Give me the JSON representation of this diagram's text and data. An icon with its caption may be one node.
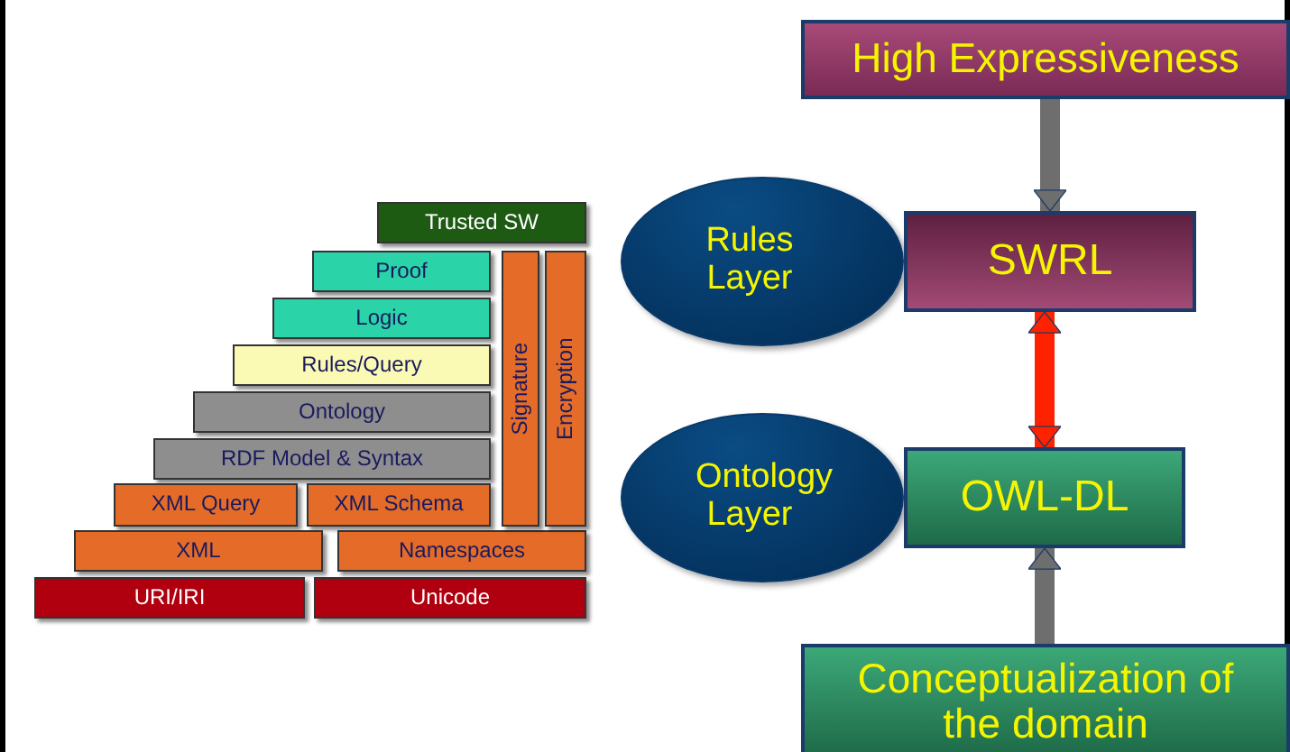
{
  "diagram": {
    "nodes": [
      {
        "text": [
          "Trusted SW"
        ]
      },
      {
        "text": [
          "Proof"
        ]
      },
      {
        "text": [
          "Logic"
        ]
      },
      {
        "text": [
          "Rules/Query"
        ]
      },
      {
        "text": [
          "Ontology"
        ]
      },
      {
        "text": [
          "RDF Model & Syntax"
        ]
      },
      {
        "text": [
          "XML Query"
        ]
      },
      {
        "text": [
          "XML Schema"
        ]
      },
      {
        "text": [
          "XML"
        ]
      },
      {
        "text": [
          "Namespaces"
        ]
      },
      {
        "text": [
          "URI/IRI"
        ]
      },
      {
        "text": [
          "Unicode"
        ]
      },
      {
        "text": [
          "Signature"
        ]
      },
      {
        "text": [
          "Encryption"
        ]
      },
      {
        "text": [
          "High Expressiveness"
        ]
      },
      {
        "text": [
          "Rules Layer"
        ]
      },
      {
        "text": [
          "SWRL"
        ]
      },
      {
        "text": [
          "Ontology Layer"
        ]
      },
      {
        "text": [
          "OWL-DL"
        ]
      },
      {
        "text": [
          "Conceptualization of the domain"
        ]
      }
    ],
    "edges": [
      {
        "from": 14,
        "to": 16,
        "arrow": "to"
      },
      {
        "from": 16,
        "to": 18,
        "arrow": "both",
        "color": "#ff2200"
      },
      {
        "from": 19,
        "to": 18,
        "arrow": "to"
      }
    ]
  }
}
